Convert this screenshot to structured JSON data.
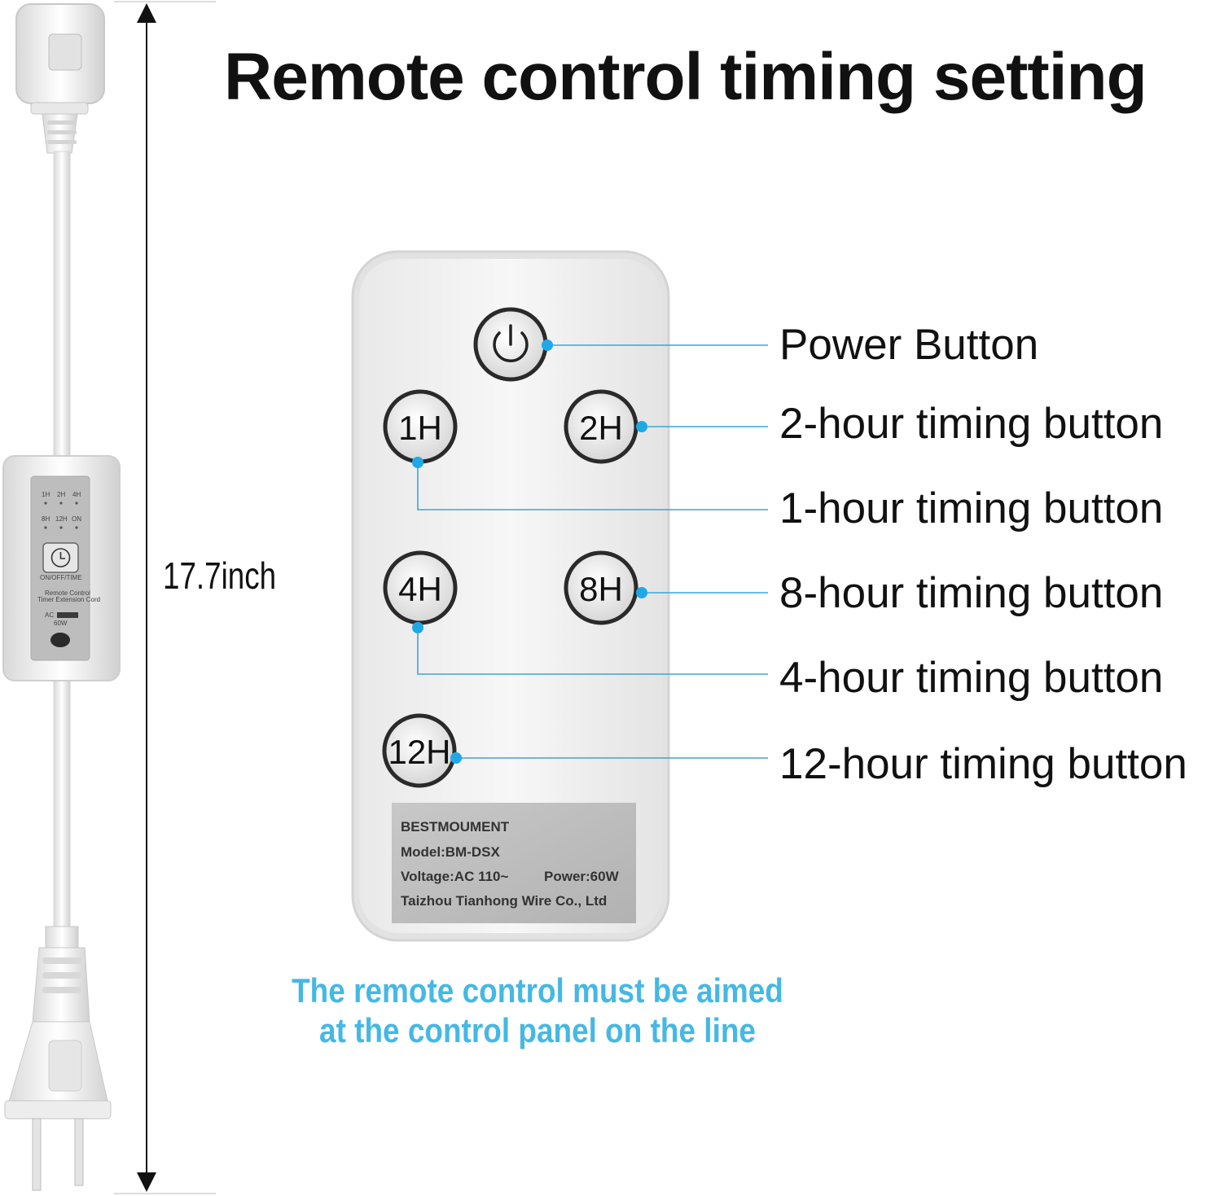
{
  "title": "Remote control timing setting",
  "dimension": "17.7inch",
  "remote": {
    "buttons": {
      "power": "power-icon",
      "b1": "1H",
      "b2": "2H",
      "b4": "4H",
      "b8": "8H",
      "b12": "12H"
    },
    "plate": {
      "brand": "BESTMOUMENT",
      "model": "Model:BM-DSX",
      "voltage": "Voltage:AC 110~",
      "power": "Power:60W",
      "maker": "Taizhou Tianhong Wire Co., Ltd"
    }
  },
  "controller": {
    "row1": [
      "1H",
      "2H",
      "4H"
    ],
    "row2": [
      "8H",
      "12H",
      "ON"
    ],
    "onoff": "ON/OFF/TIME",
    "desc1": "Remote Control",
    "desc2": "Timer Extension Cord",
    "ac": "AC",
    "watt": "60W"
  },
  "labels": {
    "power": "Power Button",
    "two": "2-hour timing button",
    "one": "1-hour timing button",
    "eight": "8-hour timing button",
    "four": "4-hour timing button",
    "twelve": "12-hour timing button"
  },
  "note": {
    "line1": "The remote control must be aimed",
    "line2": "at the control panel on the line"
  },
  "colors": {
    "accent": "#45b8e4",
    "callout": "#3aa6d8",
    "remote_body": "#ececec",
    "plate": "#bdbdbd"
  }
}
